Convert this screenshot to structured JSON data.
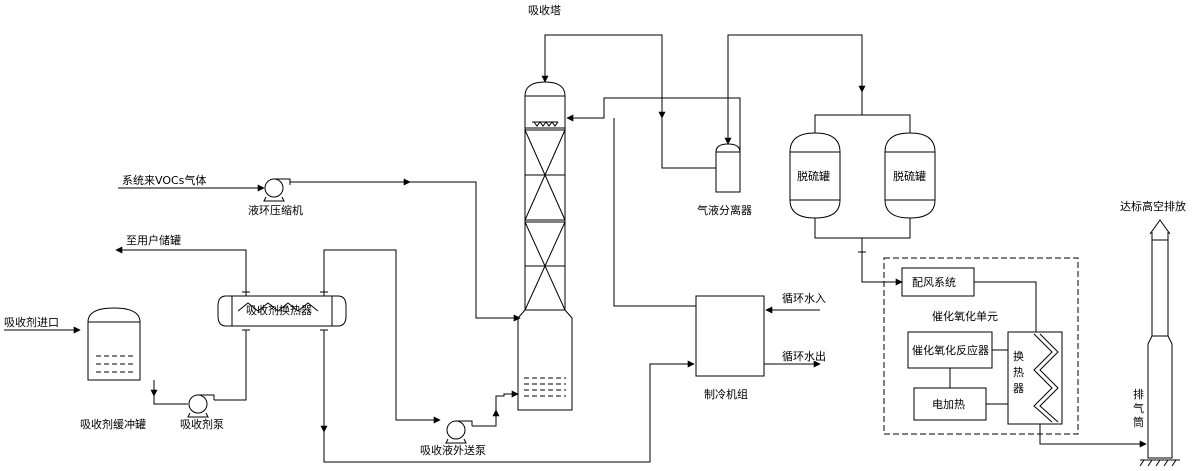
{
  "labels": {
    "absorption_tower": "吸收塔",
    "voc_gas_inlet": "系统来VOCs气体",
    "liquid_ring_compressor": "液环压缩机",
    "to_user_tank": "至用户储罐",
    "absorbent_inlet": "吸收剂进口",
    "absorbent_heat_exchanger": "吸收剂换热器",
    "absorbent_buffer_tank": "吸收剂缓冲罐",
    "absorbent_pump": "吸收剂泵",
    "absorbent_transfer_pump": "吸收液外送泵",
    "gas_liquid_separator": "气液分离器",
    "desulfurization_tank_1": "脱硫罐",
    "desulfurization_tank_2": "脱硫罐",
    "air_distribution_system": "配风系统",
    "catalytic_oxidation_unit": "催化氧化单元",
    "catalytic_oxidation_reactor": "催化氧化反应器",
    "electric_heater": "电加热",
    "heat_exchanger_vertical": [
      "换",
      "热",
      "器"
    ],
    "chiller_unit": "制冷机组",
    "cooling_water_in": "循环水入",
    "cooling_water_out": "循环水出",
    "compliant_high_altitude_discharge": "达标高空排放",
    "exhaust_stack": [
      "排",
      "气",
      "筒"
    ]
  }
}
